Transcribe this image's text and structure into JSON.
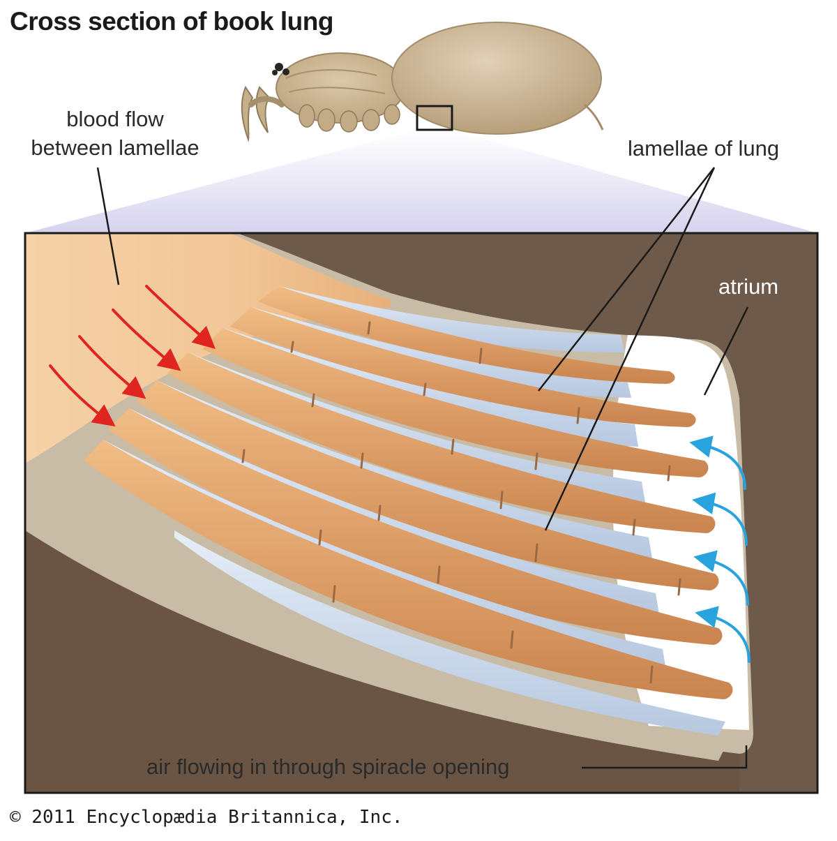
{
  "title": "Cross section of book lung",
  "labels": {
    "blood_flow_line1": "blood flow",
    "blood_flow_line2": "between lamellae",
    "lamellae": "lamellae of lung",
    "atrium": "atrium",
    "air_flow": "air flowing in through spiracle opening"
  },
  "copyright": "© 2011 Encyclopædia Britannica, Inc.",
  "colors": {
    "tissue_dark": "#6e5a4b",
    "tissue_edge": "#c9bca6",
    "lamella_tan": "#dfa06a",
    "air_blue": "#c9d7ea",
    "blood_flow_arrow": "#e0241f",
    "air_flow_arrow": "#29a3dd",
    "zoom_funnel": "#d9d6ee",
    "spider_body": "#c9b493"
  }
}
